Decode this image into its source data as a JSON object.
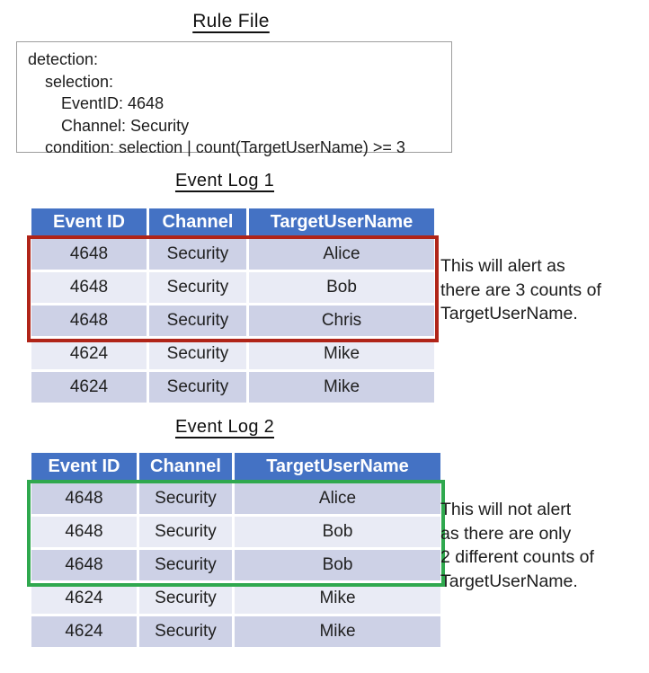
{
  "rule_file": {
    "title": "Rule File",
    "code_lines": [
      {
        "indent": 0,
        "text": "detection:"
      },
      {
        "indent": 1,
        "text": "selection:"
      },
      {
        "indent": 2,
        "text": "EventID: 4648"
      },
      {
        "indent": 2,
        "text": "Channel: Security"
      },
      {
        "indent": 1,
        "text": "condition: selection | count(TargetUserName) >= 3"
      }
    ]
  },
  "log1": {
    "title": "Event Log 1",
    "columns": [
      "Event ID",
      "Channel",
      "TargetUserName"
    ],
    "rows": [
      [
        "4648",
        "Security",
        "Alice"
      ],
      [
        "4648",
        "Security",
        "Bob"
      ],
      [
        "4648",
        "Security",
        "Chris"
      ],
      [
        "4624",
        "Security",
        "Mike"
      ],
      [
        "4624",
        "Security",
        "Mike"
      ]
    ],
    "highlighted_rows": [
      1,
      2,
      3
    ],
    "highlight_color": "#b02418",
    "annotation": "This will alert as\nthere are 3 counts of\nTargetUserName."
  },
  "log2": {
    "title": "Event Log 2",
    "columns": [
      "Event ID",
      "Channel",
      "TargetUserName"
    ],
    "rows": [
      [
        "4648",
        "Security",
        "Alice"
      ],
      [
        "4648",
        "Security",
        "Bob"
      ],
      [
        "4648",
        "Security",
        "Bob"
      ],
      [
        "4624",
        "Security",
        "Mike"
      ],
      [
        "4624",
        "Security",
        "Mike"
      ]
    ],
    "highlighted_rows": [
      1,
      2,
      3
    ],
    "highlight_color": "#2fa84e",
    "annotation": "This will not alert\nas there are only\n2 different counts of\nTargetUserName."
  },
  "colors": {
    "table_header_bg": "#4472c4",
    "table_header_text": "#ffffff",
    "row_band_dark": "#cdd1e6",
    "row_band_light": "#e9ebf5",
    "red_outline": "#b02418",
    "green_outline": "#2fa84e",
    "rule_box_border": "#9e9e9e"
  }
}
